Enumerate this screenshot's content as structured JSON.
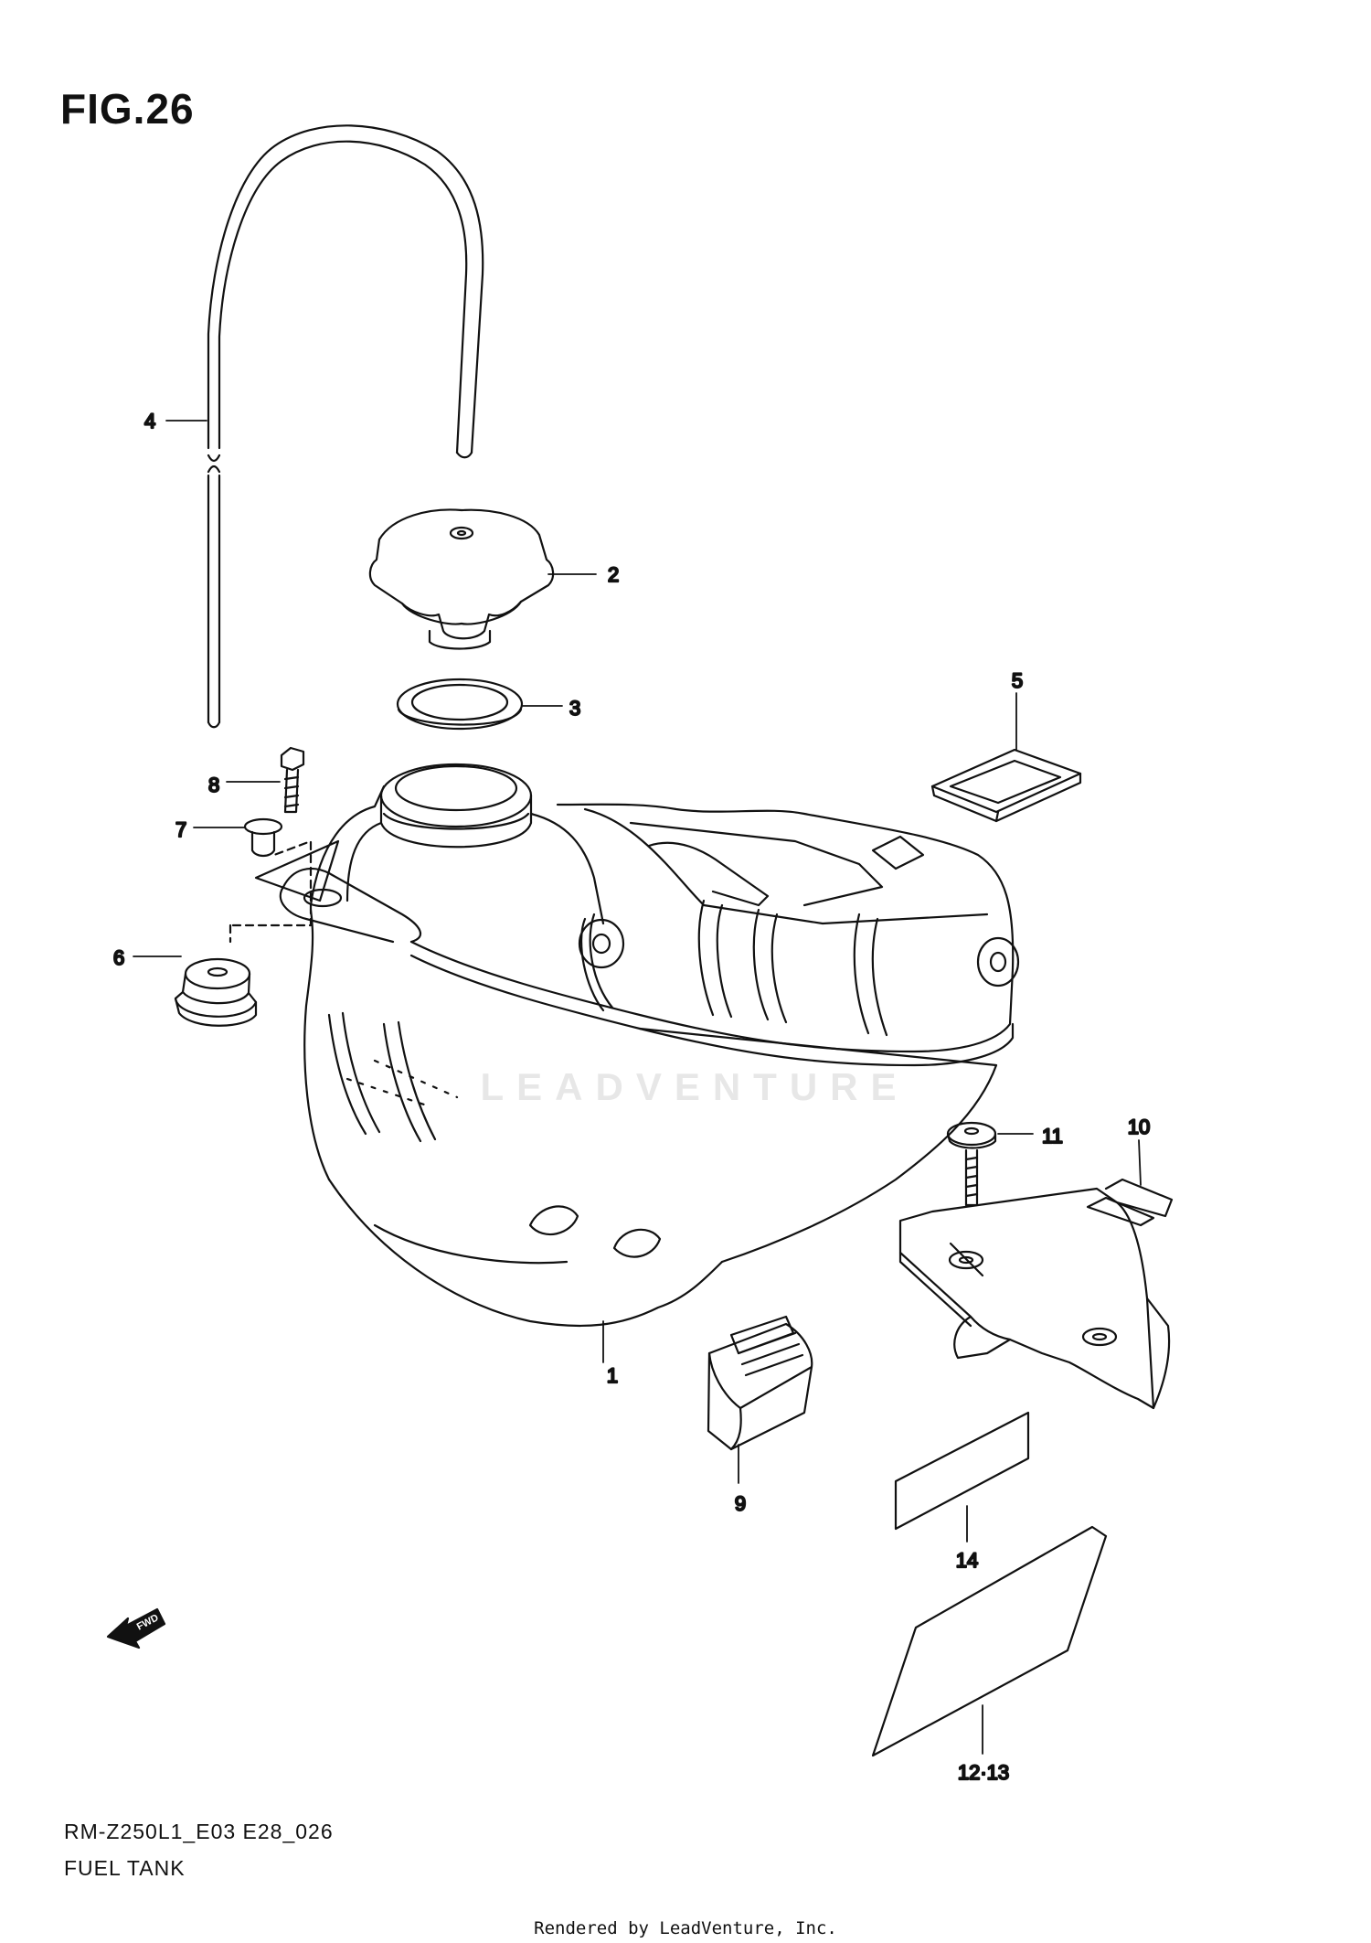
{
  "figure": {
    "title": "FIG.26"
  },
  "callouts": [
    {
      "id": "1",
      "label": "1",
      "part": "fuel-tank"
    },
    {
      "id": "2",
      "label": "2",
      "part": "fuel-cap"
    },
    {
      "id": "3",
      "label": "3",
      "part": "cap-gasket"
    },
    {
      "id": "4",
      "label": "4",
      "part": "breather-hose"
    },
    {
      "id": "5",
      "label": "5",
      "part": "strap-clip"
    },
    {
      "id": "6",
      "label": "6",
      "part": "rubber-cushion"
    },
    {
      "id": "7",
      "label": "7",
      "part": "collar"
    },
    {
      "id": "8",
      "label": "8",
      "part": "bolt"
    },
    {
      "id": "9",
      "label": "9",
      "part": "cushion-pad"
    },
    {
      "id": "10",
      "label": "10",
      "part": "mounting-bracket"
    },
    {
      "id": "11",
      "label": "11",
      "part": "bracket-bolt"
    },
    {
      "id": "12-13",
      "label": "12·13",
      "part": "label-sticker"
    },
    {
      "id": "14",
      "label": "14",
      "part": "pad-strip"
    }
  ],
  "fwd_indicator": {
    "label": "FWD"
  },
  "footer": {
    "model_code": "RM-Z250L1_E03 E28_026",
    "section_name": "FUEL TANK",
    "rendered_by": "Rendered by LeadVenture, Inc."
  },
  "watermark": {
    "text": "LEADVENTURE"
  },
  "colors": {
    "line": "#111111",
    "background": "#ffffff",
    "watermark": "#e7e7e7"
  }
}
